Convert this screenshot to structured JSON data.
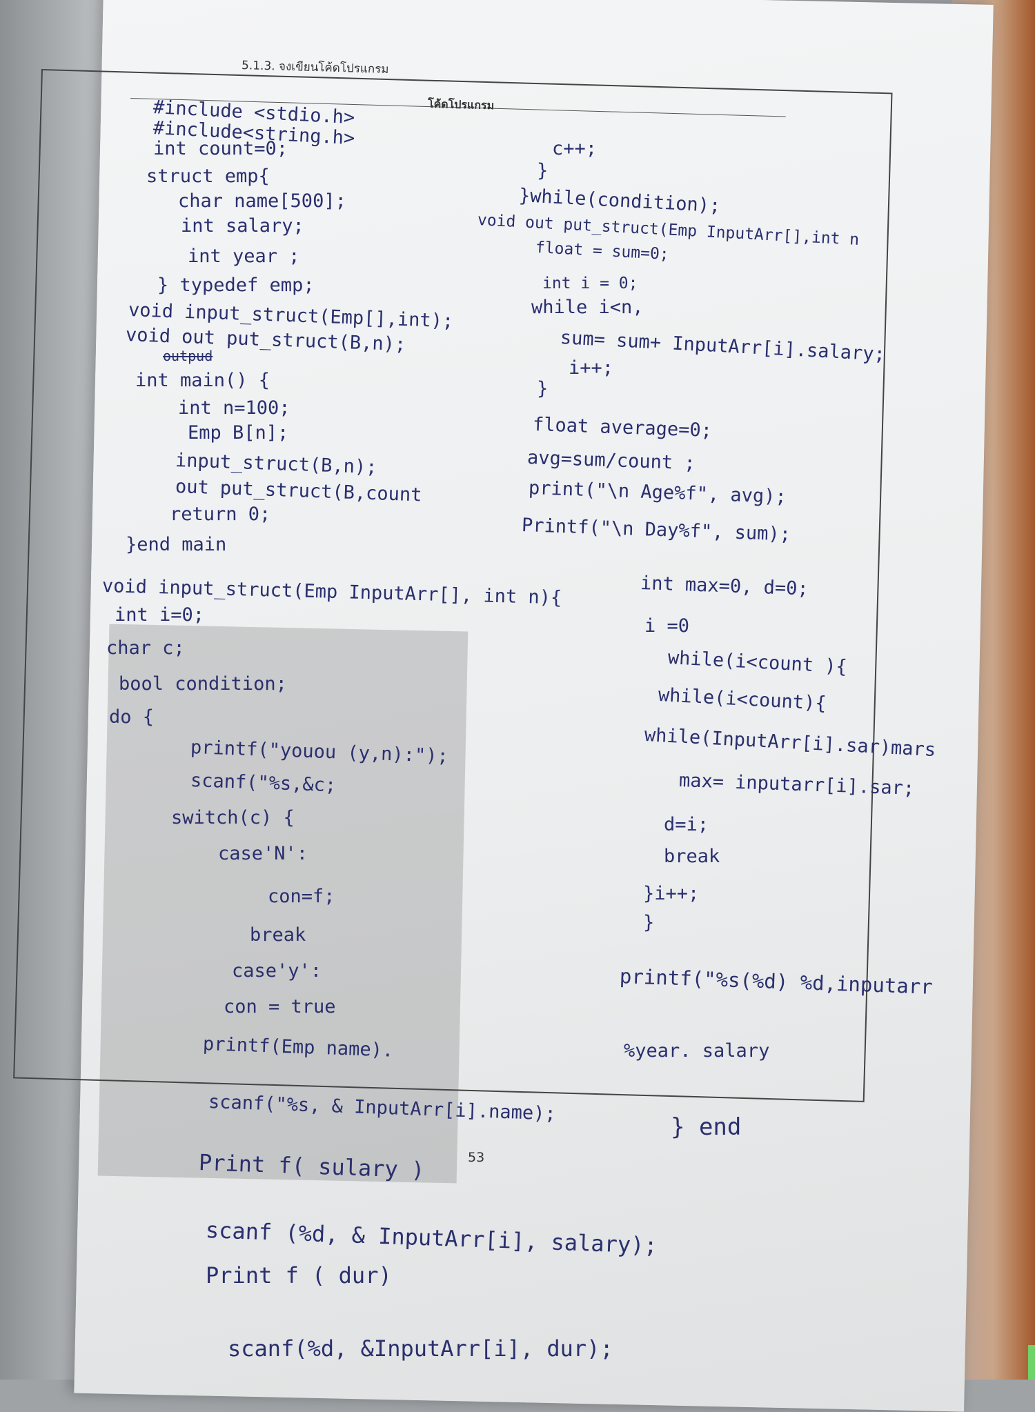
{
  "page": {
    "section_heading": "5.1.3. จงเขียนโค้ดโปรแกรม",
    "box_header": "โค้ดโปรแกรม",
    "page_number": "53"
  },
  "left_column": [
    "#include <stdio.h>",
    "#include<string.h>",
    "int count=0;",
    "struct emp{",
    "char name[500];",
    "int salary;",
    "int year ;",
    "} typedef emp;",
    "void input_struct(Emp[],int);",
    "void out put_struct(B,n);",
    "outpud",
    "int main() {",
    "int n=100;",
    "Emp B[n];",
    "input_struct(B,n);",
    "out put_struct(B,count",
    "return 0;",
    "}end main",
    "void input_struct(Emp InputArr[], int n){",
    "int i=0;",
    "char c;",
    "bool condition;",
    "do {",
    "printf(\"youou (y,n):\");",
    "scanf(\"%s,&c;",
    "switch(c) {",
    "case'N':",
    "con=f;",
    "break",
    "case'y':",
    "con = true",
    "printf(Emp name).",
    "scanf(\"%s, & InputArr[i].name);",
    "Print f( sulary )",
    "scanf (%d, & InputArr[i], salary);",
    "Print f ( dur)",
    "scanf(%d, &InputArr[i], dur);"
  ],
  "right_column": [
    "c++;",
    "}",
    "}while(condition);",
    "void out put_struct(Emp InputArr[],int n",
    "float = sum=0;",
    "int i = 0;",
    "while i<n,",
    "sum= sum+ InputArr[i].salary;",
    "i++;",
    "}",
    "float average=0;",
    "avg=sum/count ;",
    "print(\"\\n Age%f\", avg);",
    "Printf(\"\\n Day%f\", sum);",
    "int max=0, d=0;",
    "i =0",
    "while(i<count ){",
    "while(i<count){",
    "while(InputArr[i].sar)mars",
    "max= inputarr[i].sar;",
    "d=i;",
    "break",
    "}i++;",
    "}",
    "printf(\"%s(%d) %d,inputarr",
    "%year. salary",
    "} end"
  ]
}
